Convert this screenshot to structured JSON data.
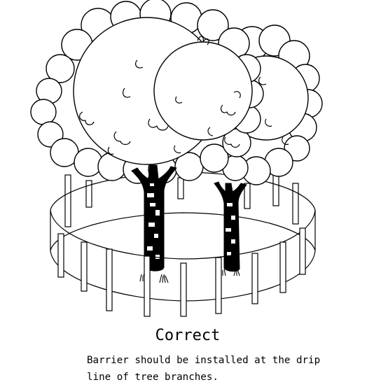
{
  "figure": {
    "title": "Correct",
    "note_line_1": "Barrier should be installed at the drip",
    "note_line_2": "line of tree branches."
  },
  "colors": {
    "ink": "#000000",
    "paper": "#ffffff"
  }
}
